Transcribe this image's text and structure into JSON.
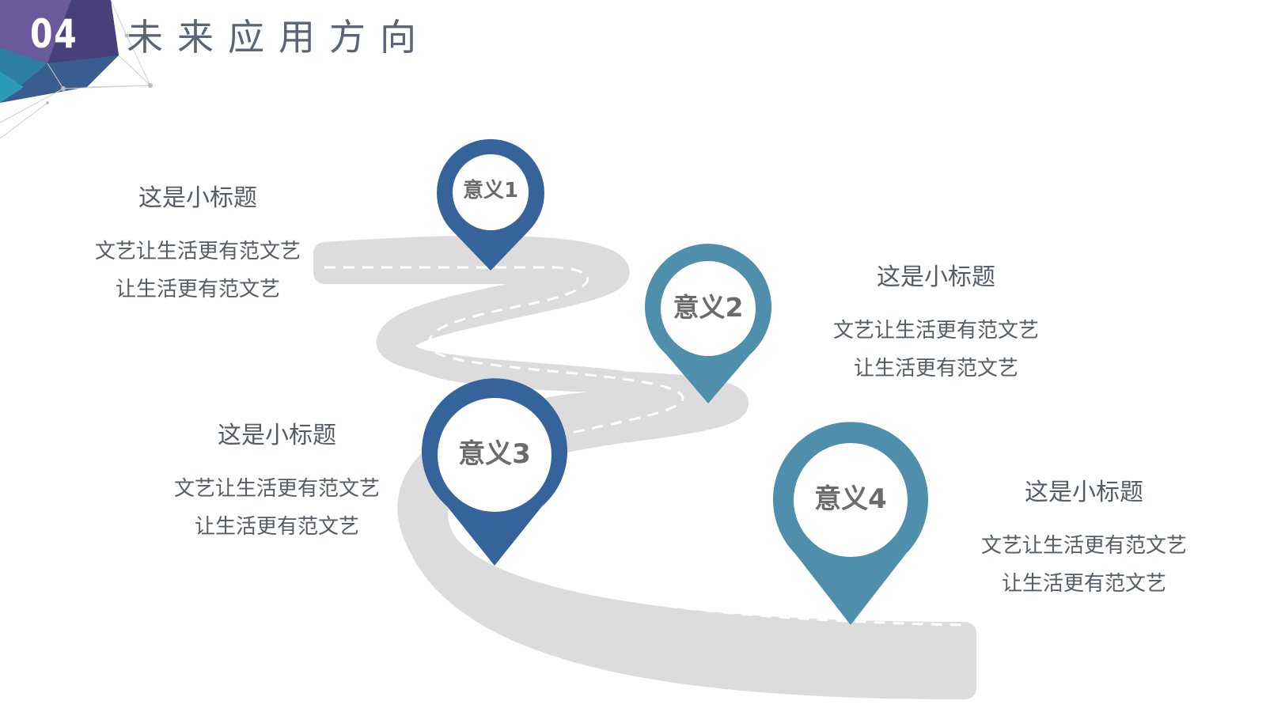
{
  "header": {
    "section_number": "04",
    "title": "未来应用方向"
  },
  "colors": {
    "dark_blue": "#36639a",
    "teal_blue": "#4f8fab",
    "road_gray": "#dcdcdc",
    "text_gray": "#555c66"
  },
  "icons": {
    "corner": "geometric-network-decoration-icon",
    "pin": "location-pin-icon"
  },
  "milestones": [
    {
      "label": "意义1",
      "color": "#36639a"
    },
    {
      "label": "意义2",
      "color": "#4f8fab"
    },
    {
      "label": "意义3",
      "color": "#36639a"
    },
    {
      "label": "意义4",
      "color": "#4f8fab"
    }
  ],
  "text_blocks": [
    {
      "subtitle": "这是小标题",
      "line1": "文艺让生活更有范文艺",
      "line2": "让生活更有范文艺"
    },
    {
      "subtitle": "这是小标题",
      "line1": "文艺让生活更有范文艺",
      "line2": "让生活更有范文艺"
    },
    {
      "subtitle": "这是小标题",
      "line1": "文艺让生活更有范文艺",
      "line2": "让生活更有范文艺"
    },
    {
      "subtitle": "这是小标题",
      "line1": "文艺让生活更有范文艺",
      "line2": "让生活更有范文艺"
    }
  ]
}
